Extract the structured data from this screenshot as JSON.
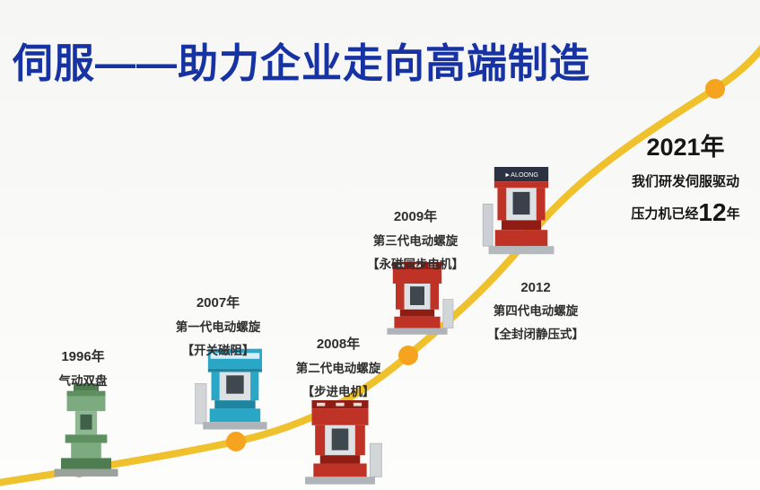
{
  "title": "伺服——助力企业走向高端制造",
  "colors": {
    "title_blue": "#1733a3",
    "curve_gold": "#eec12d",
    "marker_orange": "#f6a41f"
  },
  "milestones": [
    {
      "year": "1996年",
      "name": "气动双盘"
    },
    {
      "year": "2007年",
      "name": "第一代电动螺旋",
      "detail": "【开关磁阻】"
    },
    {
      "year": "2008年",
      "name": "第二代电动螺旋",
      "detail": "【步进电机】"
    },
    {
      "year": "2009年",
      "name": "第三代电动螺旋",
      "detail": "【永磁同步电机】"
    },
    {
      "year": "2012",
      "name": "第四代电动螺旋",
      "detail": "【全封闭静压式】"
    }
  ],
  "finale": {
    "year": "2021年",
    "line1": "我们研发伺服驱动",
    "line2_prefix": "压力机已经",
    "line2_number": "12",
    "line2_suffix": "年"
  },
  "machine_brand": "►ALOONG"
}
